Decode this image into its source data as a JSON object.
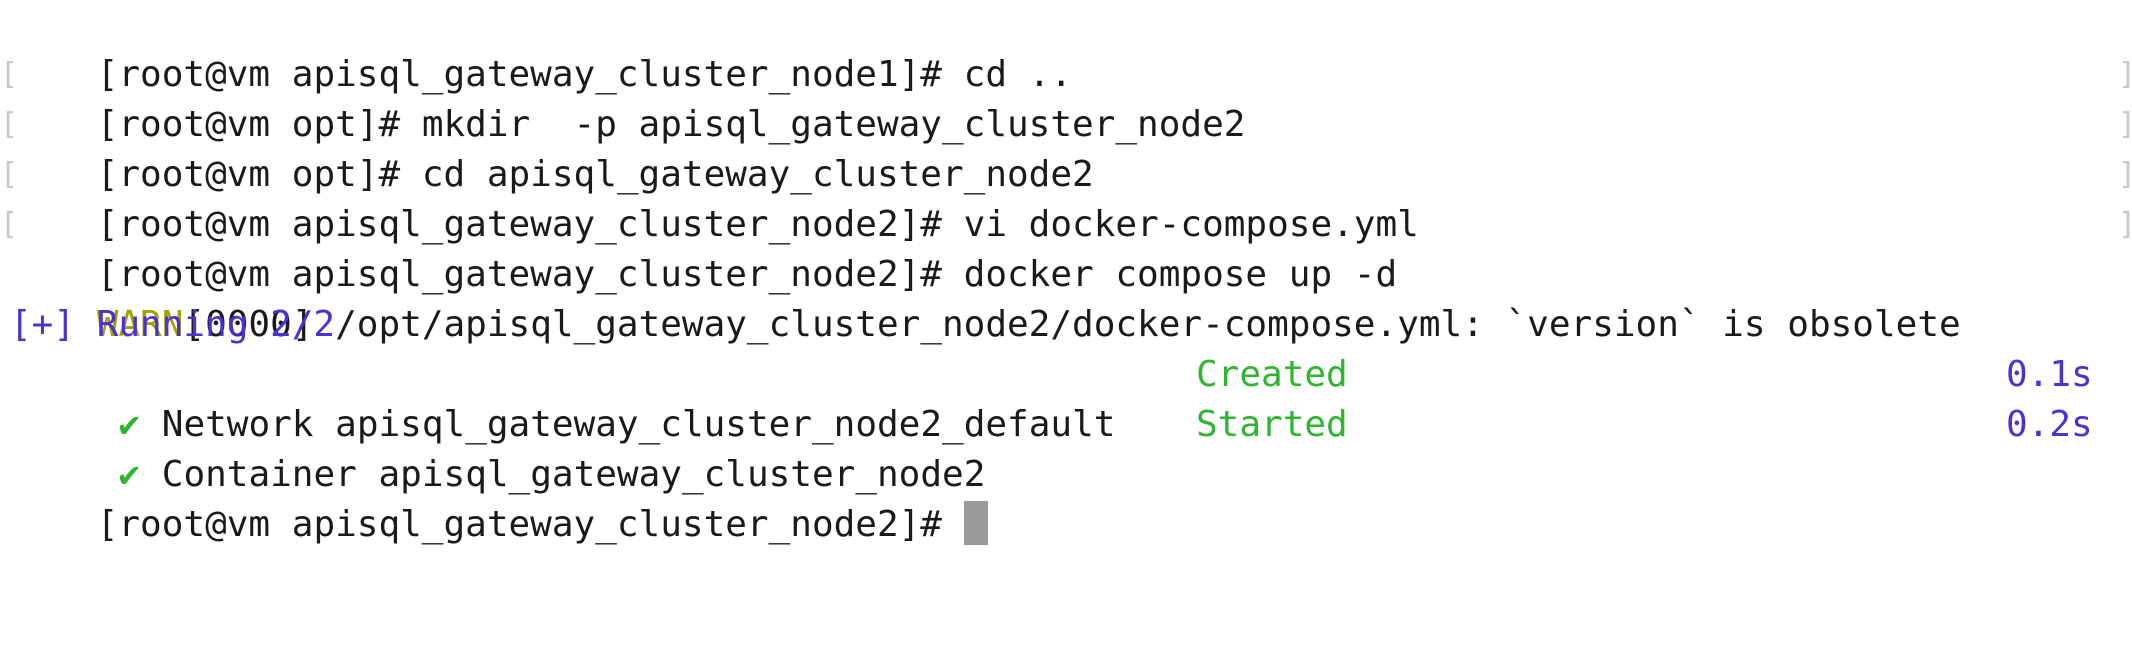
{
  "terminal": {
    "history": [
      {
        "prompt": "[root@vm apisql_gateway_cluster_node1]# ",
        "command": "cd .."
      },
      {
        "prompt": "[root@vm opt]# ",
        "command": "mkdir  -p apisql_gateway_cluster_node2"
      },
      {
        "prompt": "[root@vm opt]# ",
        "command": "cd apisql_gateway_cluster_node2"
      },
      {
        "prompt": "[root@vm apisql_gateway_cluster_node2]# ",
        "command": "vi docker-compose.yml"
      },
      {
        "prompt": "[root@vm apisql_gateway_cluster_node2]# ",
        "command": "docker compose up -d"
      }
    ],
    "warn": {
      "tag": "WARN",
      "text": "[0000] /opt/apisql_gateway_cluster_node2/docker-compose.yml: `version` is obsolete"
    },
    "running": "[+] Running 2/2",
    "tasks": [
      {
        "mark": "✔",
        "label": "Network apisql_gateway_cluster_node2_default",
        "status": "Created",
        "time": "0.1s"
      },
      {
        "mark": "✔",
        "label": "Container apisql_gateway_cluster_node2",
        "status": "Started",
        "time": "0.2s"
      }
    ],
    "current_prompt": "[root@vm apisql_gateway_cluster_node2]# ",
    "edge_left": "[",
    "edge_right": "]"
  },
  "colors": {
    "warn": "#a3a300",
    "accent_blue": "#4a33cf",
    "success_green": "#2fb52f",
    "cursor": "#9a9a9a"
  }
}
